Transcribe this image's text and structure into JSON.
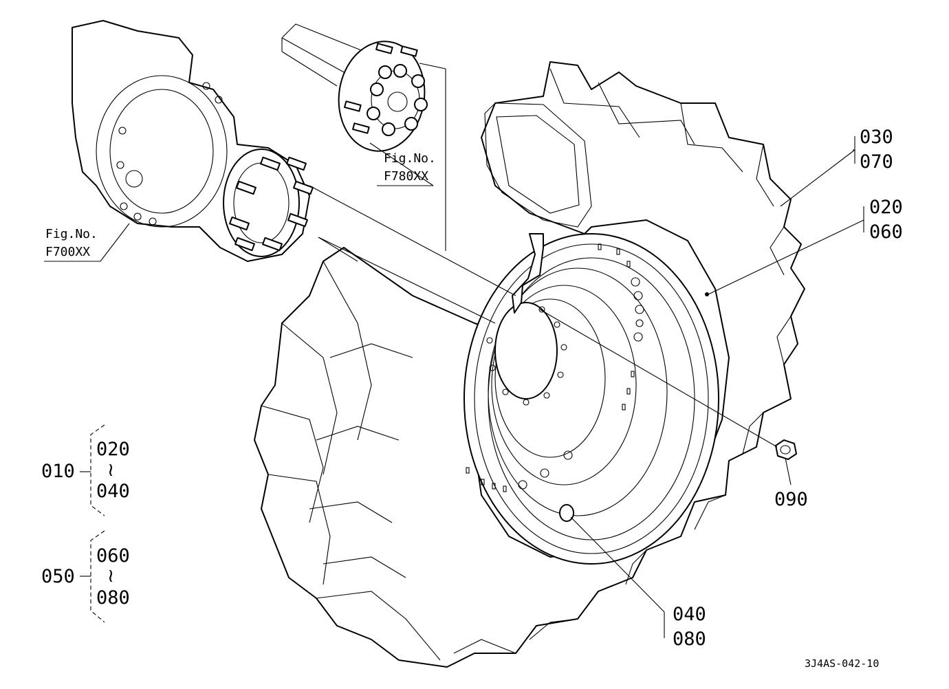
{
  "figure_refs": {
    "axle_left": {
      "label": "Fig.No.",
      "code": "F700XX"
    },
    "axle_right": {
      "label": "Fig.No.",
      "code": "F780XX"
    }
  },
  "callouts": {
    "tire": [
      "030",
      "070"
    ],
    "rim": [
      "020",
      "060"
    ],
    "nut": "090",
    "valve": [
      "040",
      "080"
    ]
  },
  "assemblies": [
    {
      "parent": "010",
      "from": "020",
      "to": "040"
    },
    {
      "parent": "050",
      "from": "060",
      "to": "080"
    }
  ],
  "range_symbol": "≀",
  "drawing_code": "3J4AS-042-10"
}
